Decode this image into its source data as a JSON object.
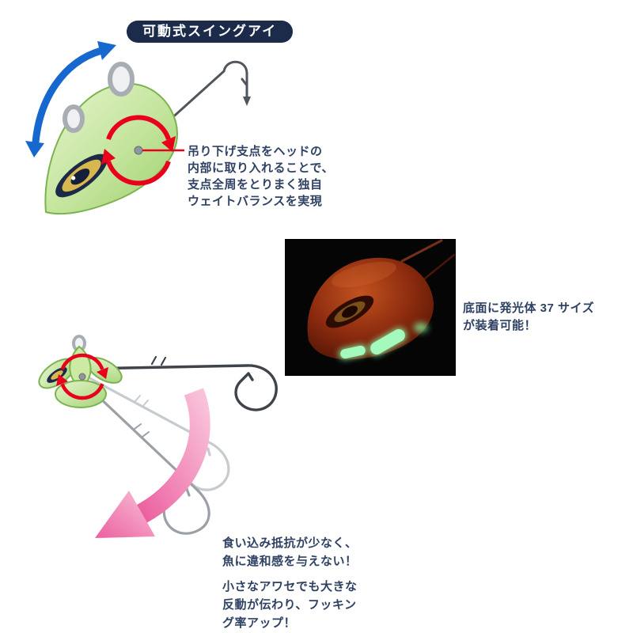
{
  "badge": {
    "label": "可動式スイングアイ"
  },
  "notes": {
    "pivot": {
      "lines": [
        "吊り下げ支点をヘッドの",
        "内部に取り入れることで、",
        "支点全周をとりまく独自",
        "ウェイトバランスを実現"
      ]
    },
    "glow": {
      "lines": [
        "底面に発光体 37 サイズ",
        "が装着可能！"
      ]
    },
    "bite": {
      "lines": [
        "食い込み抵抗が少なく、",
        "魚に違和感を与えない！"
      ]
    },
    "hooking": {
      "lines": [
        "小さなアワセでも大きな",
        "反動が伝わり、フッキン",
        "グ率アップ！"
      ]
    }
  },
  "icons": {
    "swing_arrow": "blue-double-curved-arrow",
    "rotation_arrows": "red-circular-rotation-arrows",
    "swing_direction_arrow": "pink-curved-arrow"
  },
  "colors": {
    "badge_bg": "#1c2b4a",
    "text": "#2f4263",
    "accent_red": "#e8001c",
    "arrow_blue": "#1668cf",
    "arrow_pink": "#ee6ca6",
    "lure_green": "#bfe39a",
    "glow_green": "#8cf5a6",
    "photo_lure_red": "#8a2a0e",
    "photo_bg": "#050505"
  }
}
